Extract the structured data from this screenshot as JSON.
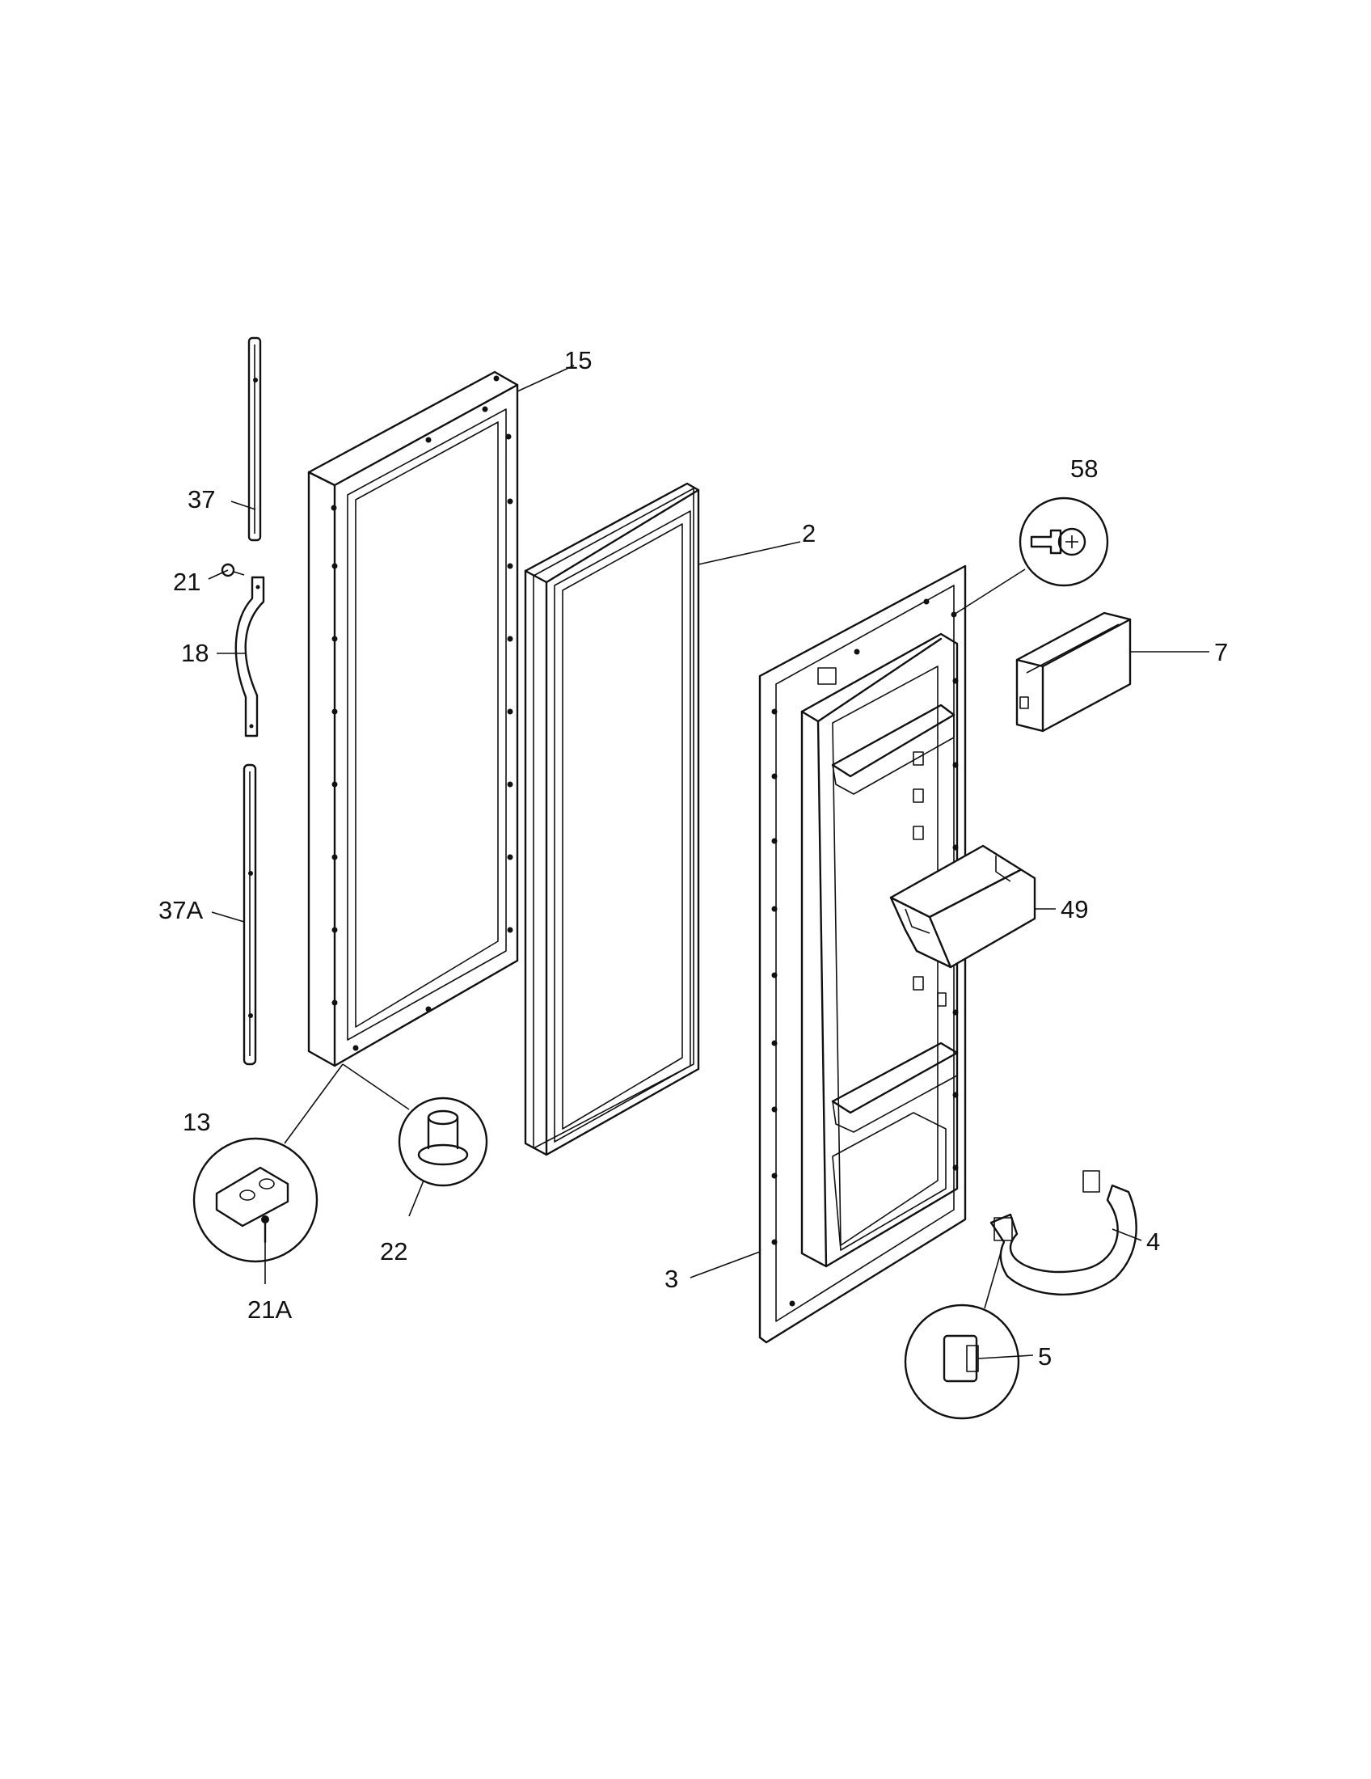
{
  "diagram": {
    "type": "exploded-parts-diagram",
    "part_labels": {
      "p15": "15",
      "p2": "2",
      "p58": "58",
      "p7": "7",
      "p37": "37",
      "p21": "21",
      "p18": "18",
      "p37a": "37A",
      "p49": "49",
      "p13": "13",
      "p22": "22",
      "p21a": "21A",
      "p3": "3",
      "p4": "4",
      "p5": "5"
    }
  }
}
